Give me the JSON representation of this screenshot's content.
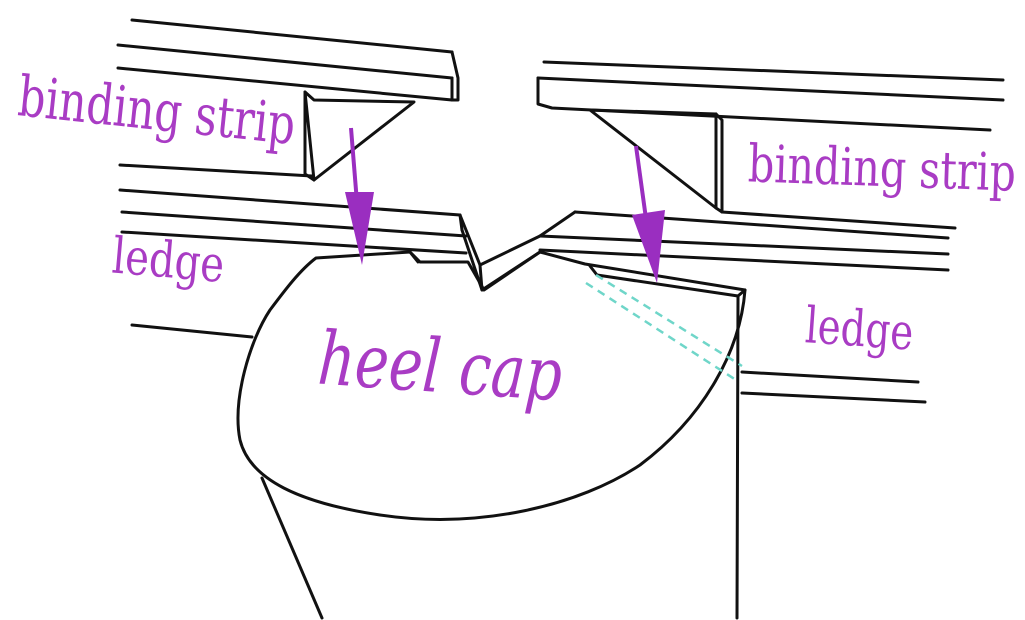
{
  "labels": {
    "binding_strip_left": "binding strip",
    "binding_strip_right": "binding strip",
    "ledge_left": "ledge",
    "ledge_right": "ledge",
    "heel_cap": "heel cap"
  },
  "colors": {
    "line": "#111111",
    "label": "#a93cc4",
    "arrow": "#9a2ec0",
    "dashed": "#6fd6c9"
  }
}
